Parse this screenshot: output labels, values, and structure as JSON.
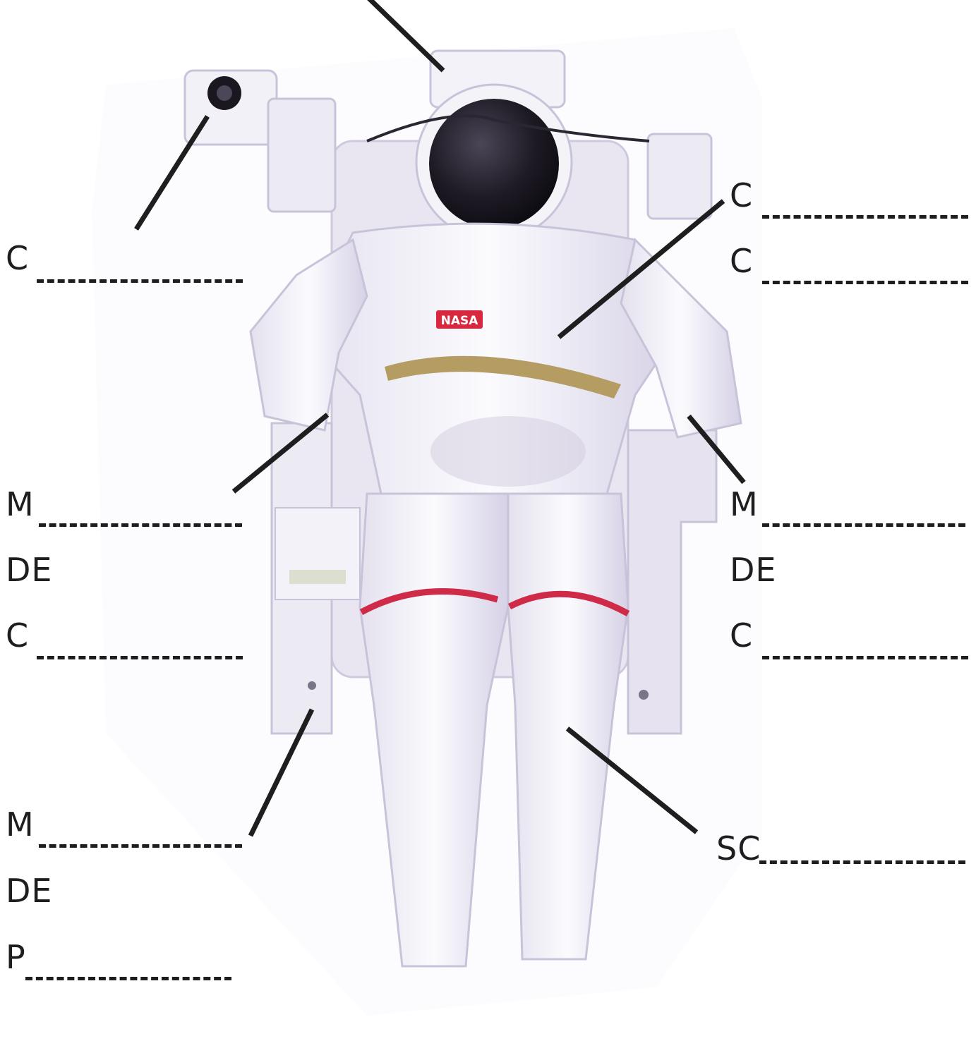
{
  "diagram": {
    "subject": "astronaut-with-mmu",
    "colors": {
      "line": "#1e1e1e",
      "suit": "#f4f3f8",
      "shadow": "#c7c1dc",
      "visor": "#1d1a24",
      "stripe": "#cf2a48",
      "nasa": "#d8283f",
      "strap": "#b49c62"
    },
    "nasa_patch": "NASA",
    "labels": {
      "left_top": {
        "letter": "C"
      },
      "left_middle": {
        "line1": "M",
        "line2": "DE",
        "line3": "C"
      },
      "left_bottom": {
        "line1": "M",
        "line2": "DE",
        "line3": "P"
      },
      "right_top": {
        "line1": "C",
        "line2": "C"
      },
      "right_middle": {
        "line1": "M",
        "line2": "DE",
        "line3": "C"
      },
      "right_bottom": {
        "letter": "SC"
      }
    }
  }
}
